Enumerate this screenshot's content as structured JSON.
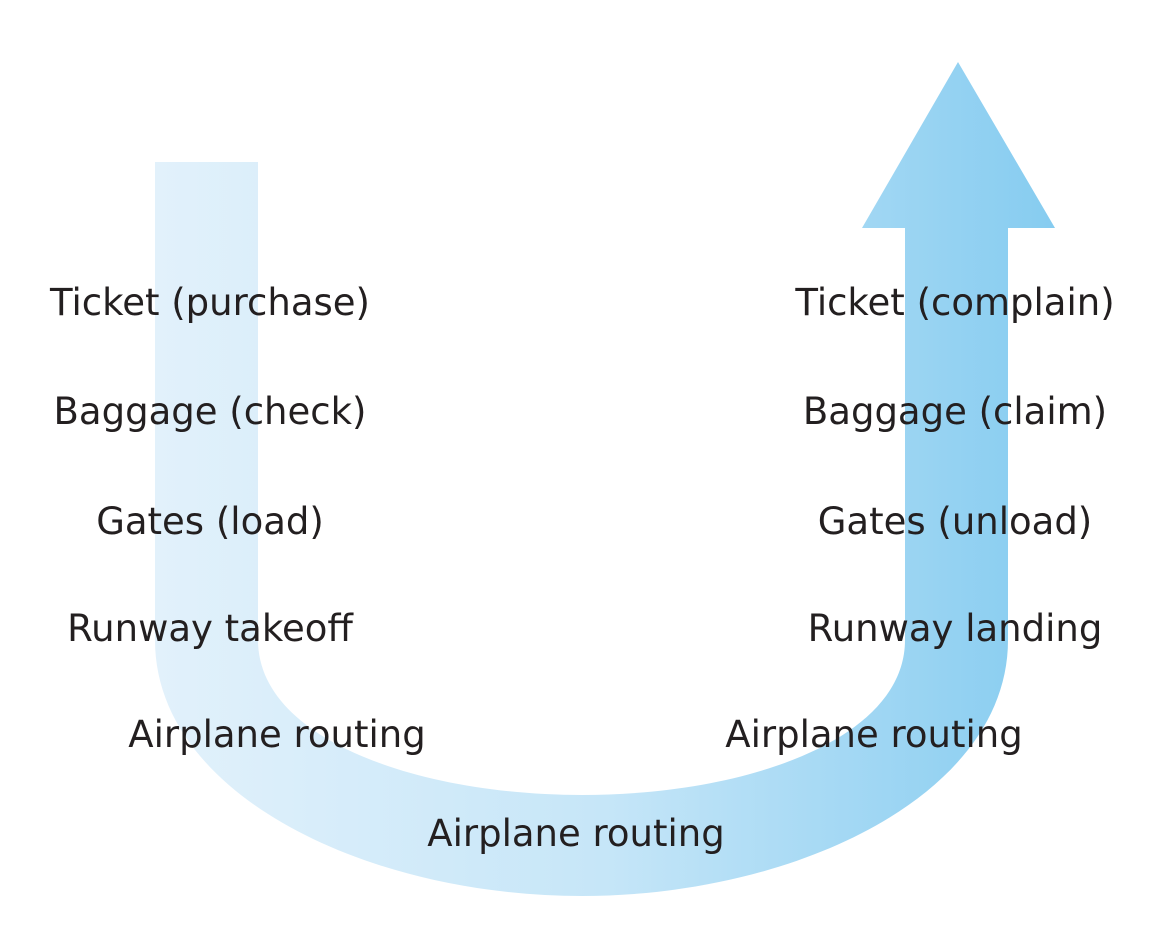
{
  "diagram": {
    "colors": {
      "arrow_light": "#e2f1fb",
      "arrow_mid": "#c6e6f8",
      "arrow_dark": "#86ccf0",
      "text": "#231f20",
      "background": "#ffffff"
    },
    "departure_steps": [
      "Ticket (purchase)",
      "Baggage (check)",
      "Gates (load)",
      "Runway takeoff",
      "Airplane routing"
    ],
    "arrival_steps": [
      "Ticket (complain)",
      "Baggage (claim)",
      "Gates (unload)",
      "Runway landing",
      "Airplane routing"
    ],
    "middle_step": "Airplane routing"
  }
}
